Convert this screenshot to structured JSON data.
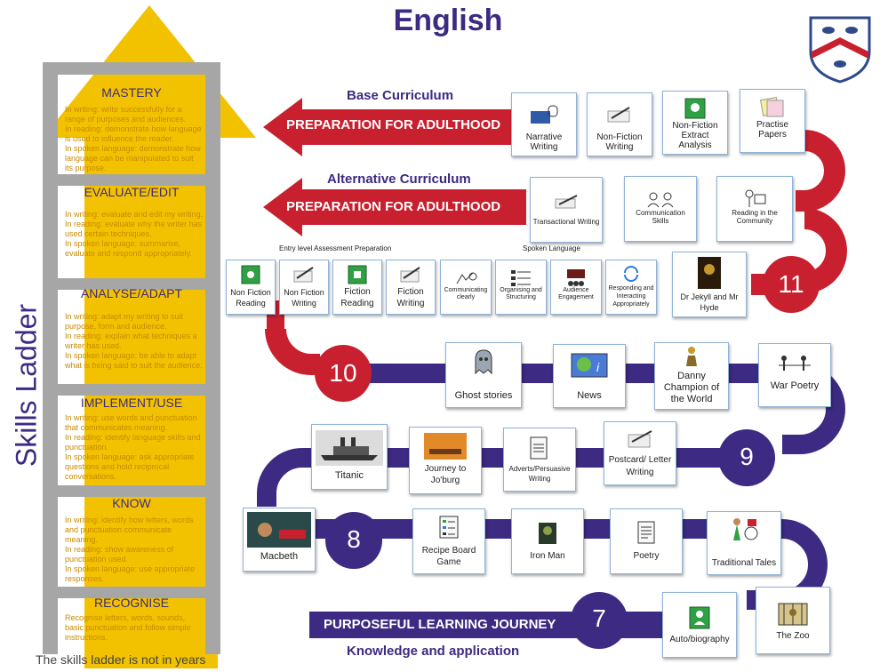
{
  "title": "English",
  "ladder": {
    "vertical_label": "Skills Ladder",
    "footnote": "The skills ladder is not in years",
    "levels": [
      {
        "name": "MASTERY",
        "text": "In writing: write successfully for a range of purposes and audiences.\nIn reading: demonstrate how language is used to influence the reader.\nIn spoken language: demonstrate how language can be manipulated to suit its purpose."
      },
      {
        "name": "EVALUATE/EDIT",
        "text": "In writing: evaluate and edit my writing.\nIn reading: evaluate why the writer has used certain techniques.\nIn spoken language: summarise, evaluate and respond appropriately."
      },
      {
        "name": "ANALYSE/ADAPT",
        "text": "In writing: adapt my writing to suit purpose, form and audience.\nIn reading: explain what techniques a writer has used.\nIn spoken language: be able to adapt what is being said to suit the audience."
      },
      {
        "name": "IMPLEMENT/USE",
        "text": "In writing: use words and punctuation that communicates meaning.\nIn reading: identify language skills and punctuation.\nIn spoken language: ask appropriate questions and hold reciprocal conversations."
      },
      {
        "name": "KNOW",
        "text": "In writing: identify how letters, words and punctuation communicate meaning.\nIn reading: show awareness of punctuation used.\nIn spoken language: use appropriate responses."
      },
      {
        "name": "RECOGNISE",
        "text": "Recognise letters, words, sounds, basic punctuation and follow simple instructions."
      }
    ]
  },
  "journey": {
    "base_curriculum": "Base Curriculum",
    "alternative_curriculum": "Alternative Curriculum",
    "prep_adulthood": "PREPARATION FOR ADULTHOOD",
    "purposeful": "PURPOSEFUL LEARNING JOURNEY",
    "knowledge": "Knowledge and application",
    "entry_level": "Entry level Assessment Preparation",
    "spoken_language": "Spoken Language",
    "years": [
      "11",
      "10",
      "9",
      "8",
      "7"
    ]
  },
  "cards": {
    "base": [
      "Narrative Writing",
      "Non-Fiction Writing",
      "Non-Fiction Extract Analysis",
      "Practise Papers"
    ],
    "alt": [
      "Transactional Writing",
      "Communication Skills",
      "Reading in the Community"
    ],
    "entry": [
      "Non Fiction Reading",
      "Non Fiction Writing",
      "Fiction Reading",
      "Fiction Writing"
    ],
    "spoken": [
      "Communicating clearly",
      "Organising and Structuring",
      "Audience Engagement",
      "Responding and Interacting Appropriately"
    ],
    "jekyll": "Dr Jekyll and Mr Hyde",
    "y10": [
      "Ghost stories",
      "News",
      "Danny Champion of the World",
      "War Poetry"
    ],
    "y9": [
      "Titanic",
      "Journey to Jo'burg",
      "Adverts/Persuasive Writing",
      "Postcard/ Letter Writing"
    ],
    "y8": [
      "Macbeth",
      "Recipe Board Game",
      "Iron Man",
      "Poetry",
      "Traditional Tales"
    ],
    "y7": [
      "Auto/biography",
      "The Zoo"
    ]
  },
  "colors": {
    "purple": "#3d2a82",
    "red": "#c8202f",
    "gold": "#f2c200",
    "grey": "#a6a6a6"
  }
}
